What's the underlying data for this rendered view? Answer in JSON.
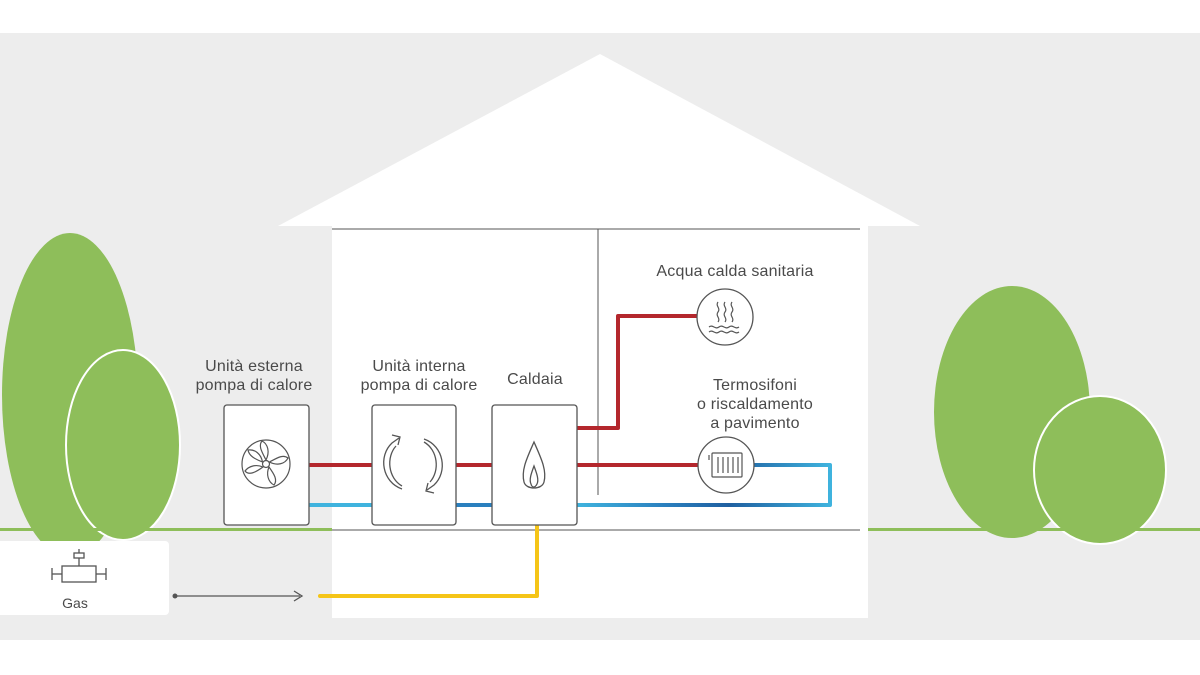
{
  "labels": {
    "outdoor_unit": [
      "Unità esterna",
      "pompa di calore"
    ],
    "indoor_unit": [
      "Unità interna",
      "pompa di calore"
    ],
    "boiler": [
      "Caldaia"
    ],
    "hot_water": [
      "Acqua calda sanitaria"
    ],
    "radiators": [
      "Termosifoni",
      "o riscaldamento",
      "a pavimento"
    ],
    "gas": "Gas"
  },
  "icons": {
    "outdoor_unit": "fan-icon",
    "indoor_unit": "circular-arrows-icon",
    "boiler": "flame-icon",
    "hot_water": "steam-waves-icon",
    "radiators": "radiator-icon",
    "gas": "gas-valve-icon"
  },
  "colors": {
    "background": "#ededed",
    "house": "#ffffff",
    "tree": "#8ebe5a",
    "ground": "#8ebe5a",
    "hot_pipe": "#b4272d",
    "cold_pipe": "#1f5fa0",
    "cold_pipe_light": "#3fb3de",
    "gas_pipe": "#f5c518",
    "component_border": "#555555"
  }
}
